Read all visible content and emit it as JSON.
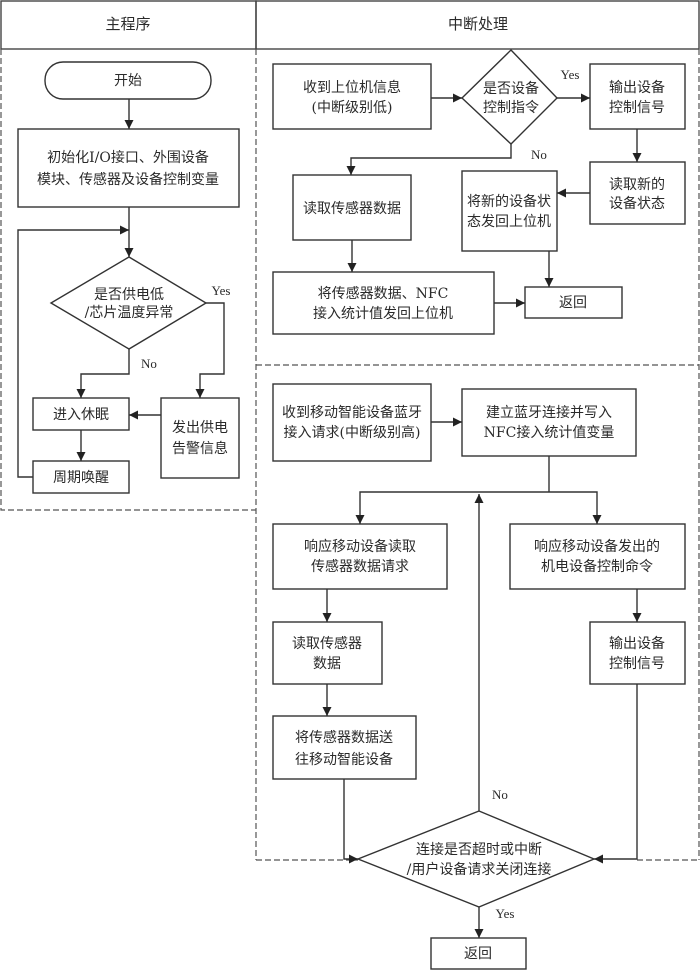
{
  "lanes": {
    "main": {
      "title": "主程序"
    },
    "interrupt": {
      "title": "中断处理"
    }
  },
  "main_program": {
    "start": "开始",
    "init": [
      "初始化I/O接口、外围设备",
      "模块、传感器及设备控制变量"
    ],
    "check_power": [
      "是否供电低",
      "/芯片温度异常"
    ],
    "sleep": "进入休眠",
    "wake": "周期唤醒",
    "alarm": [
      "发出供电",
      "告警信息"
    ],
    "yes": "Yes",
    "no": "No"
  },
  "host_interrupt": {
    "receive": [
      "收到上位机信息",
      "(中断级别低)"
    ],
    "is_control": [
      "是否设备",
      "控制指令"
    ],
    "output_signal": [
      "输出设备",
      "控制信号"
    ],
    "read_new_state": [
      "读取新的",
      "设备状态"
    ],
    "send_state": [
      "将新的设备状",
      "态发回上位机"
    ],
    "read_sensor": "读取传感器数据",
    "send_sensor": [
      "将传感器数据、NFC",
      "接入统计值发回上位机"
    ],
    "return": "返回",
    "yes": "Yes",
    "no": "No"
  },
  "bluetooth_interrupt": {
    "receive": [
      "收到移动智能设备蓝牙",
      "接入请求(中断级别高)"
    ],
    "establish": [
      "建立蓝牙连接并写入",
      "NFC接入统计值变量"
    ],
    "respond_read": [
      "响应移动设备读取",
      "传感器数据请求"
    ],
    "respond_control": [
      "响应移动设备发出的",
      "机电设备控制命令"
    ],
    "read_sensor": [
      "读取传感器",
      "数据"
    ],
    "send_to_mobile": [
      "将传感器数据送",
      "往移动智能设备"
    ],
    "output_signal": [
      "输出设备",
      "控制信号"
    ],
    "check_close": [
      "连接是否超时或中断",
      "/用户设备请求关闭连接"
    ],
    "return": "返回",
    "yes": "Yes",
    "no": "No"
  }
}
